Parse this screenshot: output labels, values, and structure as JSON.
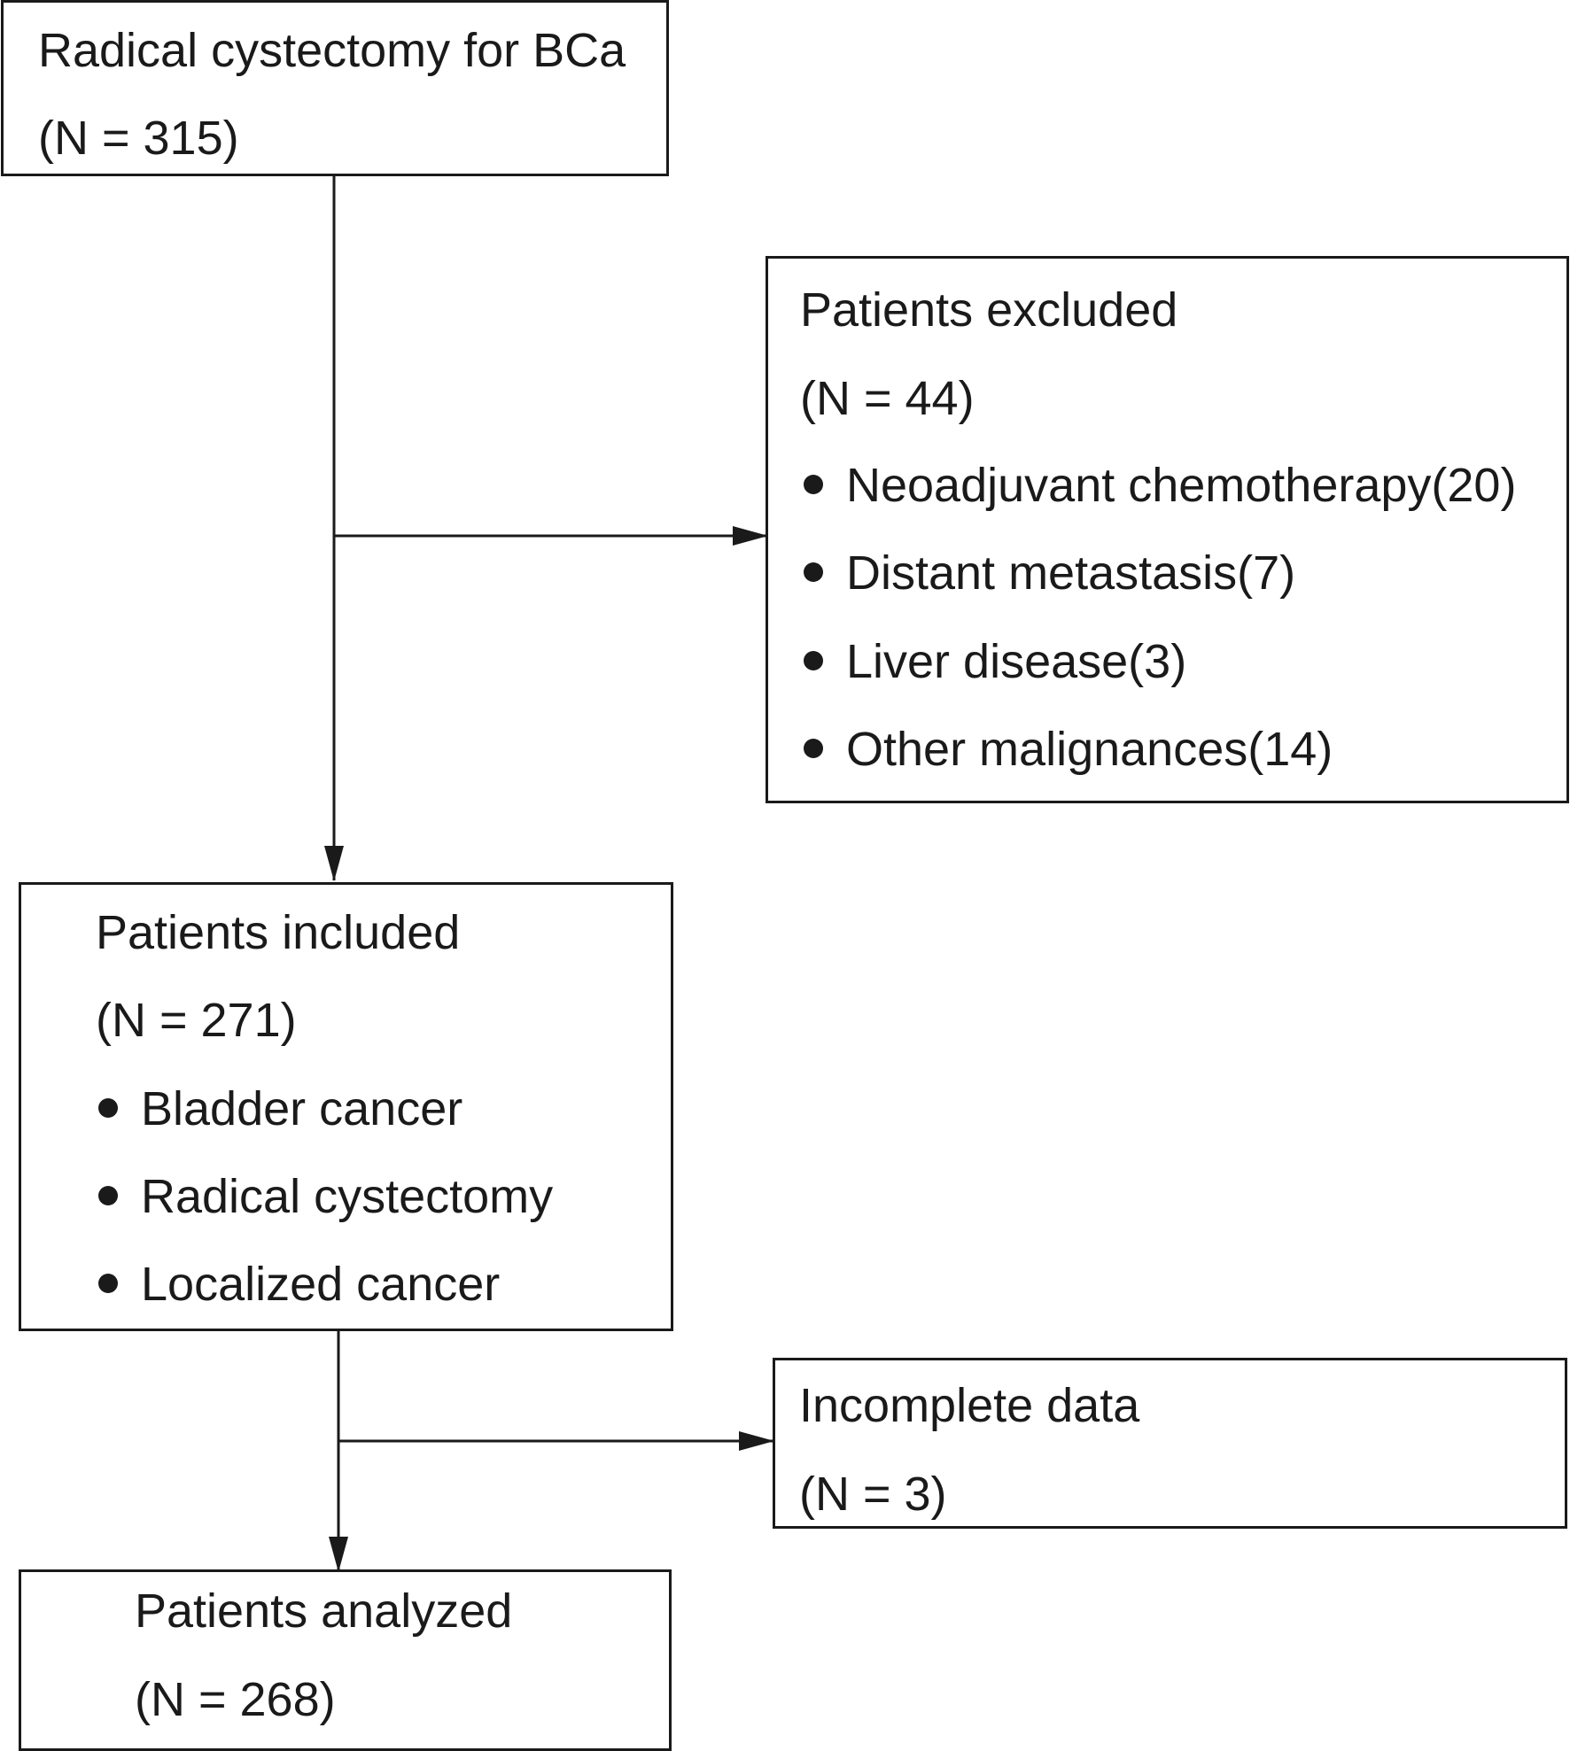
{
  "flowchart": {
    "start": {
      "line1": "Radical cystectomy for BCa",
      "line2": "(N = 315)"
    },
    "excluded": {
      "title": "Patients excluded",
      "count": "(N = 44)",
      "items": [
        "Neoadjuvant chemotherapy(20)",
        "Distant metastasis(7)",
        "Liver disease(3)",
        "Other malignances(14)"
      ]
    },
    "included": {
      "title": "Patients included",
      "count": "(N = 271)",
      "items": [
        "Bladder cancer",
        "Radical cystectomy",
        "Localized cancer"
      ]
    },
    "incomplete": {
      "title": "Incomplete data",
      "count": "(N = 3)"
    },
    "analyzed": {
      "title": "Patients analyzed",
      "count": "(N = 268)"
    }
  }
}
